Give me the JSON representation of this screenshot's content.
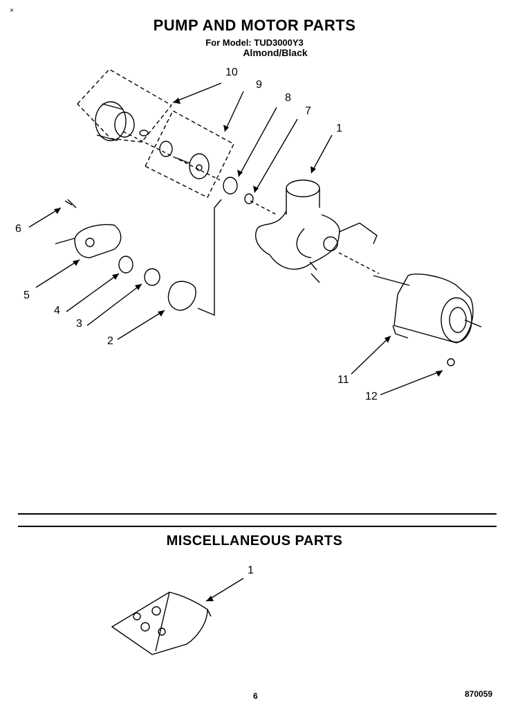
{
  "header": {
    "corner_mark": "×",
    "title": "PUMP AND MOTOR PARTS",
    "model_line": "For Model: TUD3000Y3",
    "color_line": "Almond/Black"
  },
  "diagram": {
    "callouts": [
      "10",
      "9",
      "8",
      "7",
      "1",
      "6",
      "5",
      "4",
      "3",
      "2",
      "11",
      "12"
    ]
  },
  "misc": {
    "title": "MISCELLANEOUS PARTS",
    "callouts": [
      "1"
    ]
  },
  "footer": {
    "page_number": "6",
    "doc_id": "870059"
  }
}
